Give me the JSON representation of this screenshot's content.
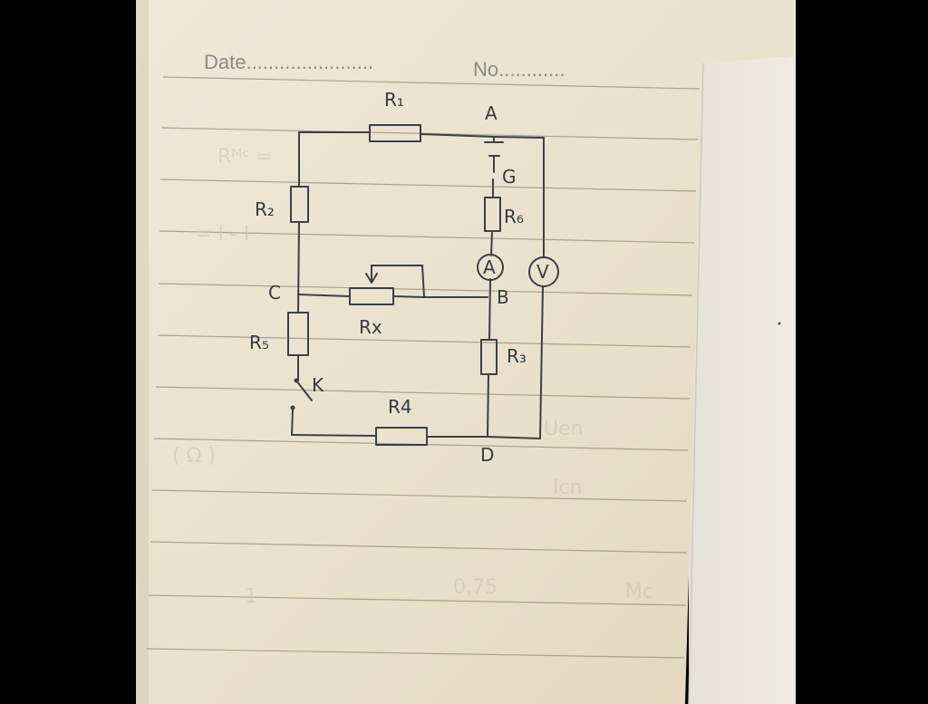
{
  "notebook": {
    "date_label": "Date.......................",
    "no_label": "No............"
  },
  "circuit": {
    "labels": {
      "r1": "R₁",
      "r2": "R₂",
      "r3": "R₃",
      "r4": "R4",
      "r5": "R₅",
      "r6": "R₆",
      "rx": "Rx",
      "node_a": "A",
      "node_b": "B",
      "node_c": "C",
      "node_d": "D",
      "source": "G",
      "switch": "K",
      "ammeter": "A",
      "voltmeter": "V"
    }
  },
  "colors": {
    "paper": "#ebe3cf",
    "ink": "#3a3f4e",
    "background": "#000000"
  }
}
